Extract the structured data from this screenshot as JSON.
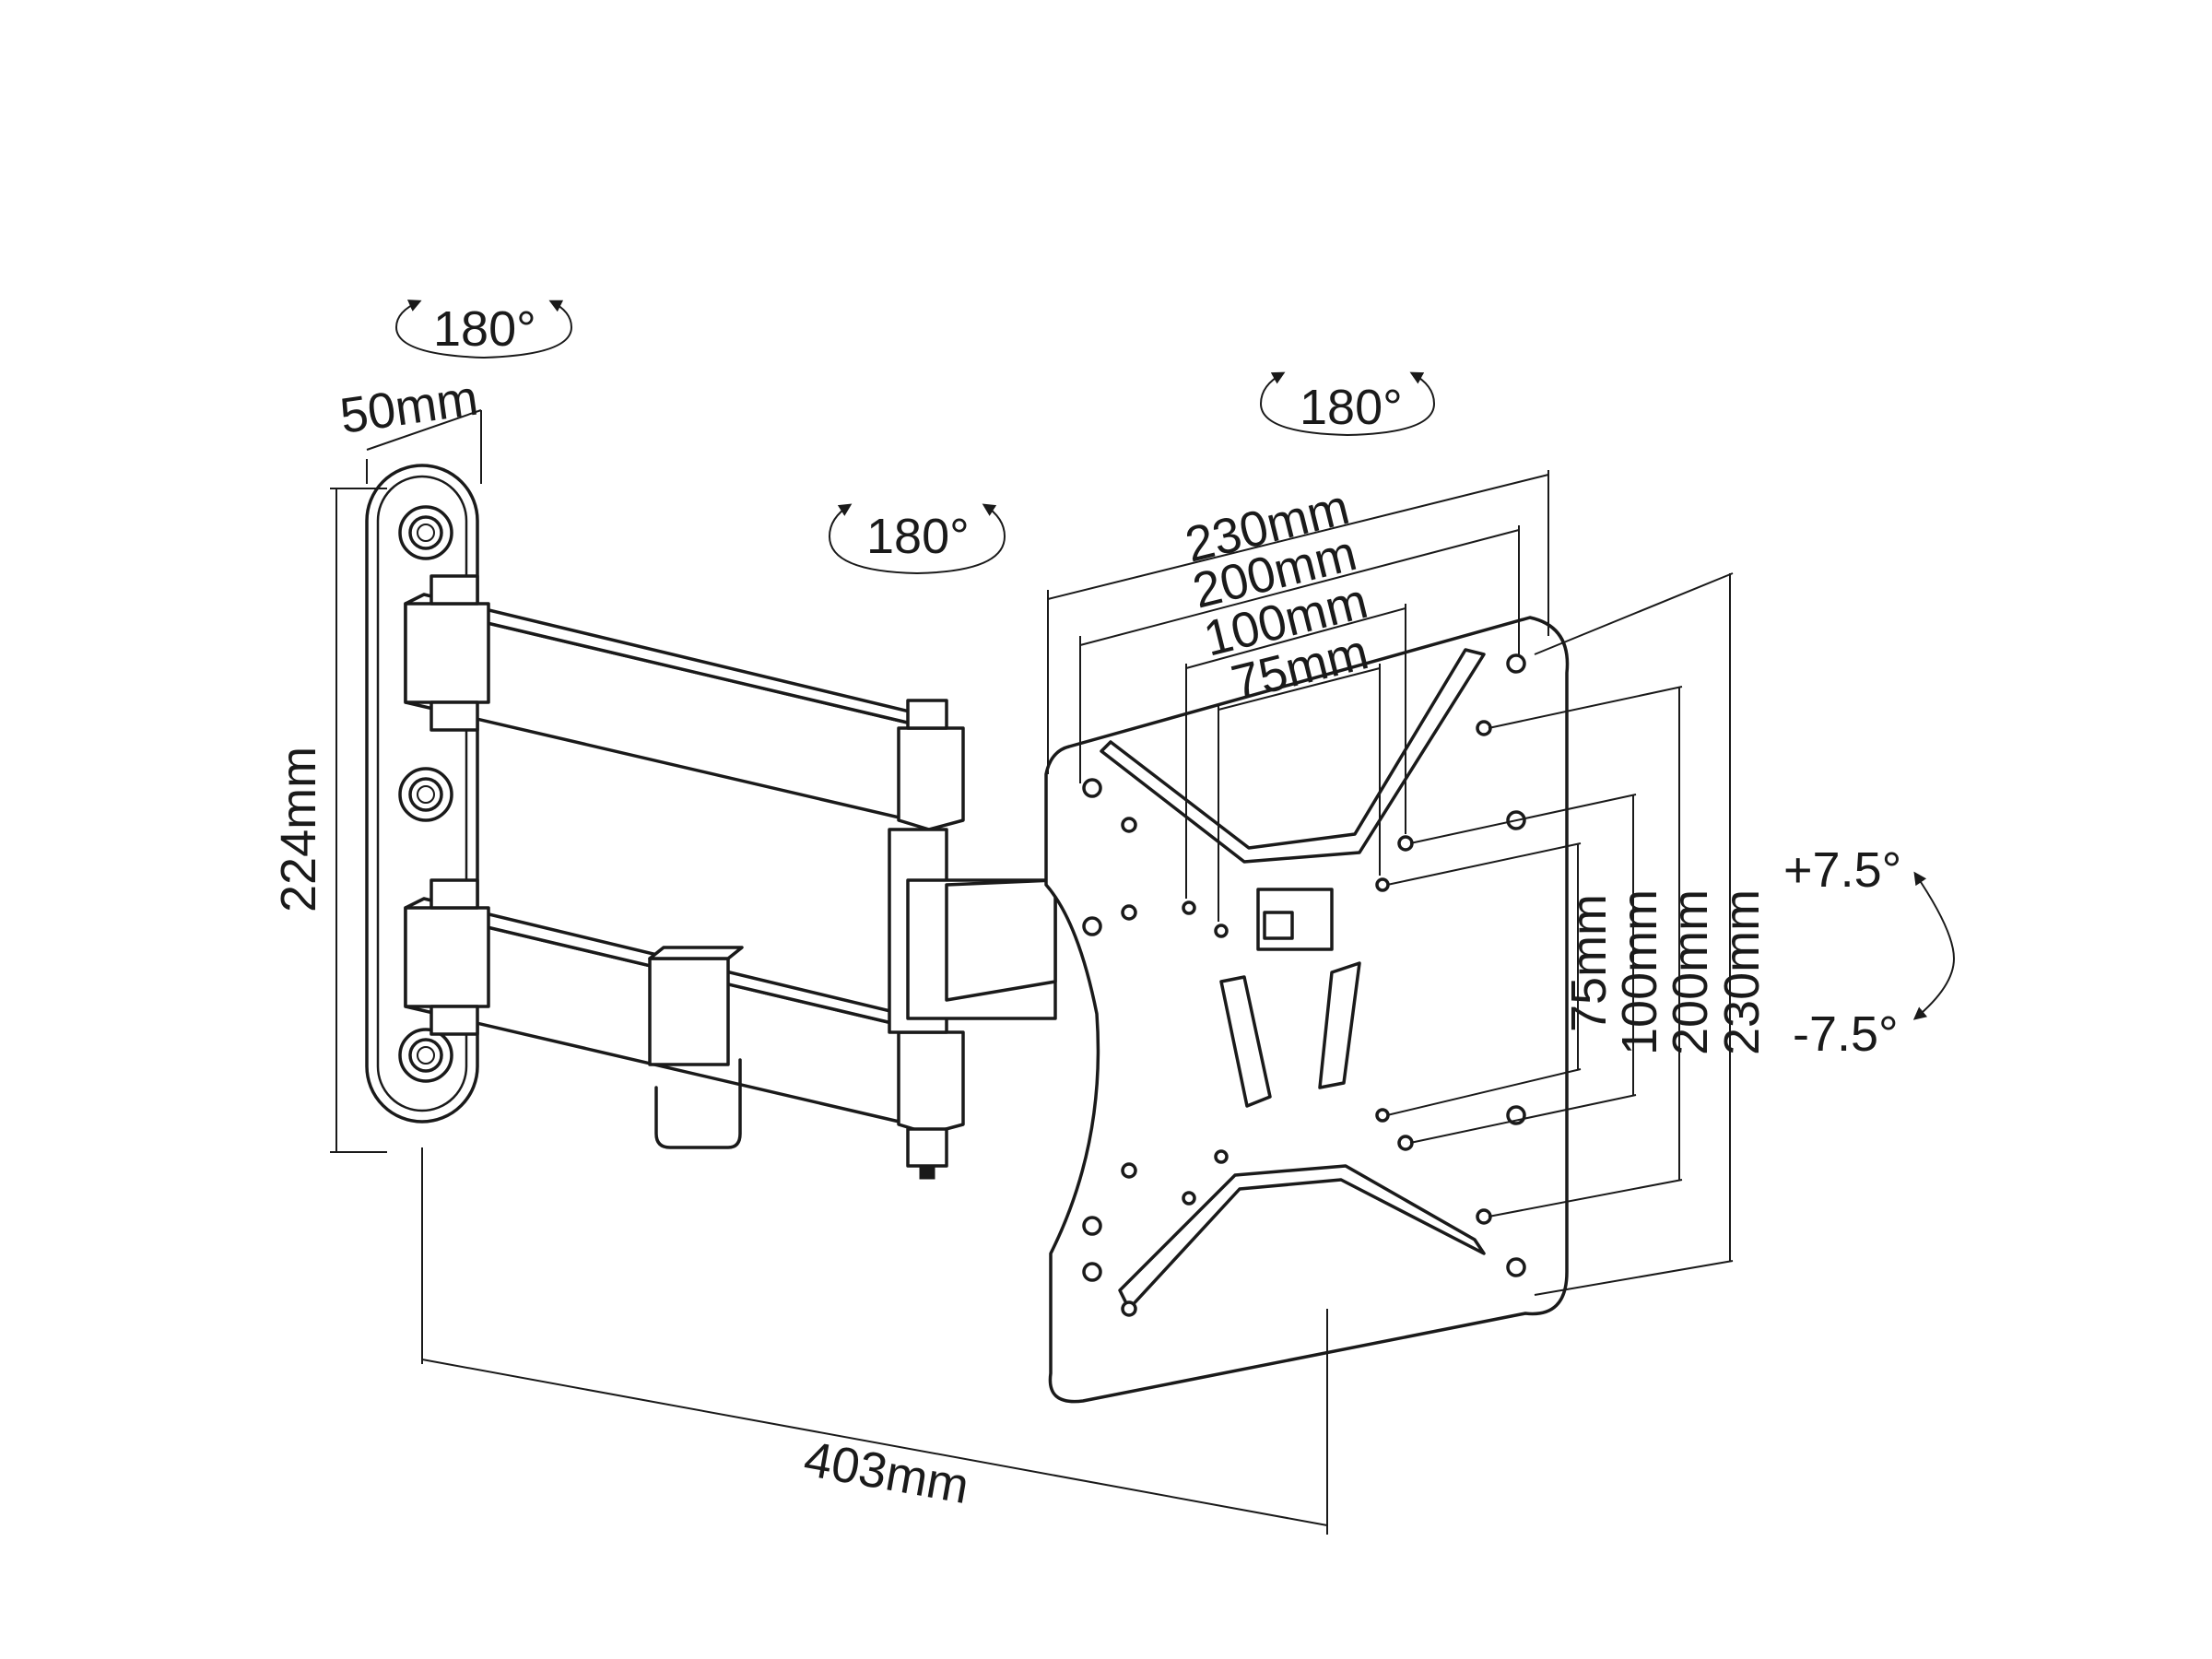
{
  "labels": {
    "wall_rotation": "180°",
    "arm_rotation": "180°",
    "head_rotation": "180°",
    "plate_width": "50mm",
    "plate_height": "224mm",
    "extension": "403mm",
    "vesa_h_230": "230mm",
    "vesa_h_200": "200mm",
    "vesa_h_100": "100mm",
    "vesa_h_75": "75mm",
    "vesa_v_75": "75mm",
    "vesa_v_100": "100mm",
    "vesa_v_200": "200mm",
    "vesa_v_230": "230mm",
    "tilt_up": "+7.5°",
    "tilt_down": "-7.5°"
  },
  "colors": {
    "line": "#1a1a1a",
    "fill": "#ffffff",
    "shade": "#9a9a9a"
  }
}
